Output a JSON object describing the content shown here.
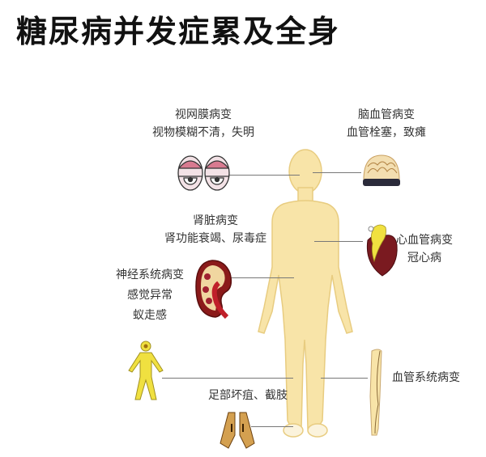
{
  "title": "糖尿病并发症累及全身",
  "complications": {
    "retina": {
      "name": "视网膜病变",
      "desc": "视物模糊不清，失明",
      "icon": "eyes-icon"
    },
    "brain": {
      "name": "脑血管病变",
      "desc": "血管栓塞，致瘫",
      "icon": "brain-icon"
    },
    "kidney": {
      "name": "肾脏病变",
      "desc": "肾功能衰竭、尿毒症",
      "icon": "kidney-icon"
    },
    "heart": {
      "name": "心血管病变",
      "desc": "冠心病",
      "icon": "heart-icon"
    },
    "nerve": {
      "name": "神经系统病变",
      "desc1": "感觉异常",
      "desc2": "蚁走感",
      "icon": "nerve-figure-icon"
    },
    "foot": {
      "name": "足部坏疽、截肢",
      "icon": "feet-icon"
    },
    "vessel": {
      "name": "血管系统病变",
      "icon": "leg-vessel-icon"
    }
  },
  "colors": {
    "body_fill": "#f8e4a8",
    "body_stroke": "#e8cc80",
    "line": "#777777",
    "kidney": "#8b1a1a",
    "heart": "#7a1a20",
    "nerve_yellow": "#f0e040"
  }
}
